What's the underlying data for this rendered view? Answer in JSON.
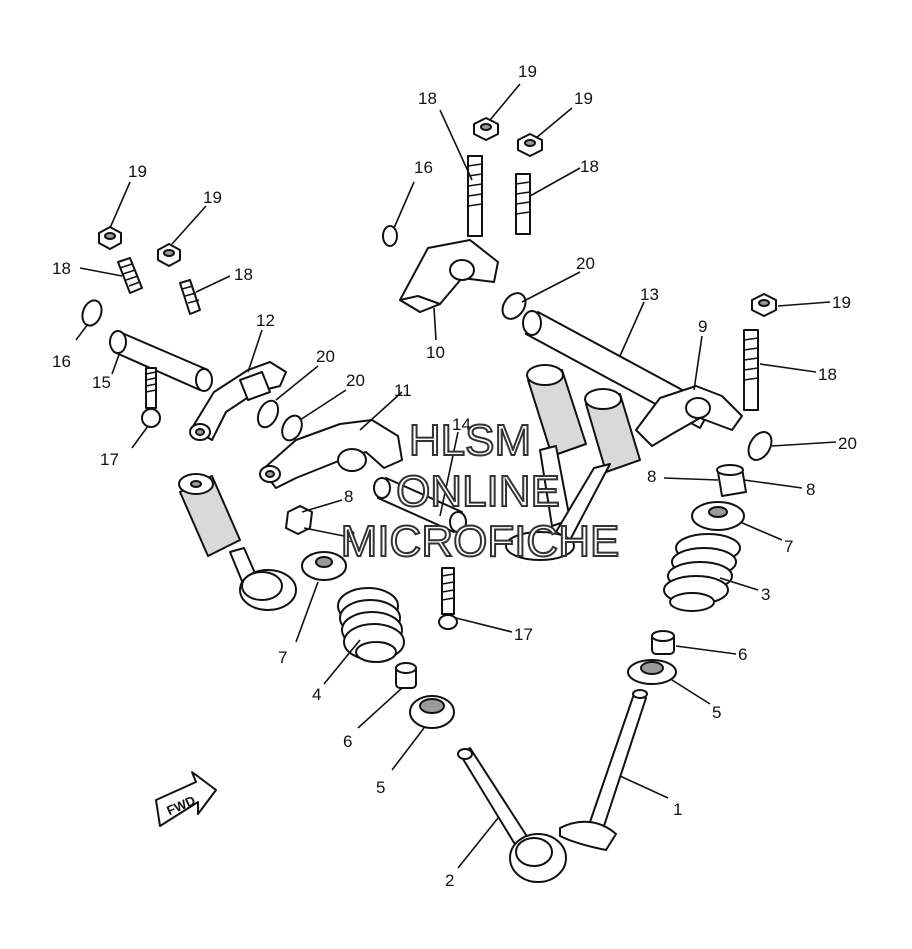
{
  "watermark": {
    "line1": "HLSM",
    "line2": "ONLINE",
    "line3": "MICROFICHE"
  },
  "fwd_marker": {
    "label": "FWD"
  },
  "callouts": [
    {
      "id": "c19a",
      "label": "19"
    },
    {
      "id": "c19b",
      "label": "19"
    },
    {
      "id": "c19c",
      "label": "19"
    },
    {
      "id": "c19d",
      "label": "19"
    },
    {
      "id": "c19e",
      "label": "19"
    },
    {
      "id": "c18a",
      "label": "18"
    },
    {
      "id": "c18b",
      "label": "18"
    },
    {
      "id": "c18c",
      "label": "18"
    },
    {
      "id": "c18d",
      "label": "18"
    },
    {
      "id": "c18e",
      "label": "18"
    },
    {
      "id": "c16a",
      "label": "16"
    },
    {
      "id": "c16b",
      "label": "16"
    },
    {
      "id": "c20a",
      "label": "20"
    },
    {
      "id": "c20b",
      "label": "20"
    },
    {
      "id": "c20c",
      "label": "20"
    },
    {
      "id": "c20d",
      "label": "20"
    },
    {
      "id": "c17a",
      "label": "17"
    },
    {
      "id": "c17b",
      "label": "17"
    },
    {
      "id": "c8a",
      "label": "8"
    },
    {
      "id": "c8b",
      "label": "8"
    },
    {
      "id": "c8c",
      "label": "8"
    },
    {
      "id": "c8d",
      "label": "8"
    },
    {
      "id": "c7a",
      "label": "7"
    },
    {
      "id": "c7b",
      "label": "7"
    },
    {
      "id": "c6a",
      "label": "6"
    },
    {
      "id": "c6b",
      "label": "6"
    },
    {
      "id": "c5a",
      "label": "5"
    },
    {
      "id": "c5b",
      "label": "5"
    },
    {
      "id": "c15",
      "label": "15"
    },
    {
      "id": "c12",
      "label": "12"
    },
    {
      "id": "c11",
      "label": "11"
    },
    {
      "id": "c14",
      "label": "14"
    },
    {
      "id": "c10",
      "label": "10"
    },
    {
      "id": "c13",
      "label": "13"
    },
    {
      "id": "c9",
      "label": "9"
    },
    {
      "id": "c4",
      "label": "4"
    },
    {
      "id": "c3",
      "label": "3"
    },
    {
      "id": "c2",
      "label": "2"
    },
    {
      "id": "c1",
      "label": "1"
    }
  ]
}
